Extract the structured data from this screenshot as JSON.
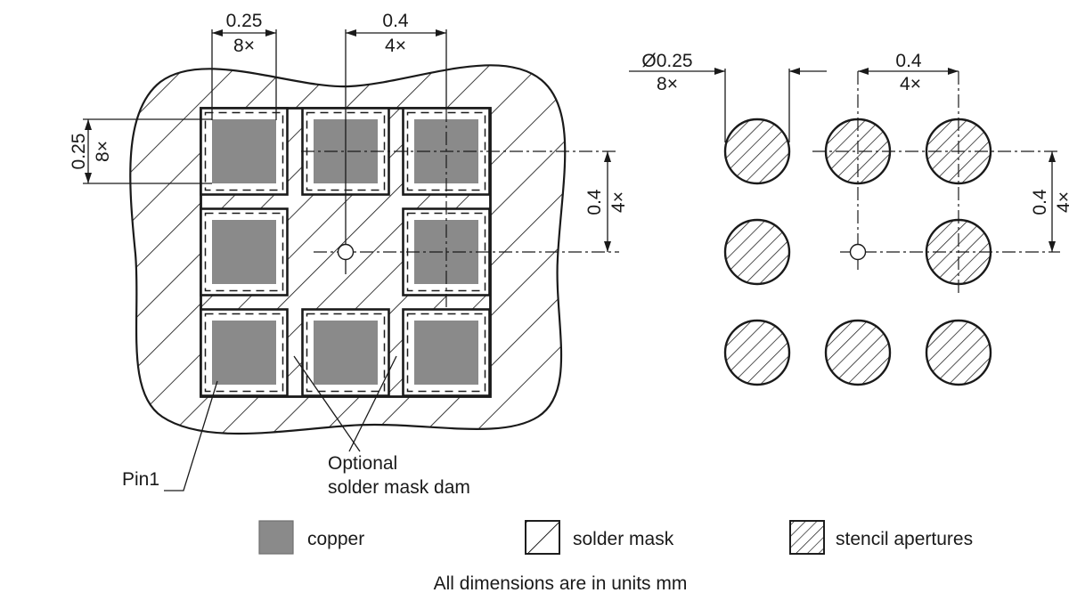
{
  "colors": {
    "copper": "#8a8a8a",
    "line": "#1a1a1a",
    "background": "#ffffff"
  },
  "left_view": {
    "dims": {
      "pad_width": {
        "value": "0.25",
        "count": "8×"
      },
      "pitch_horizontal": {
        "value": "0.4",
        "count": "4×"
      },
      "pad_height": {
        "value": "0.25",
        "count": "8×"
      },
      "pitch_vertical": {
        "value": "0.4",
        "count": "4×"
      }
    },
    "pin1_label": "Pin1",
    "dam_callout": {
      "line1": "Optional",
      "line2": "solder mask dam"
    }
  },
  "right_view": {
    "dims": {
      "aperture_diameter": {
        "value": "Ø0.25",
        "count": "8×"
      },
      "pitch_horizontal": {
        "value": "0.4",
        "count": "4×"
      },
      "pitch_vertical": {
        "value": "0.4",
        "count": "4×"
      }
    }
  },
  "legend": {
    "copper_label": "copper",
    "solder_mask_label": "solder mask",
    "stencil_label": "stencil apertures"
  },
  "note": "All dimensions are in units mm"
}
